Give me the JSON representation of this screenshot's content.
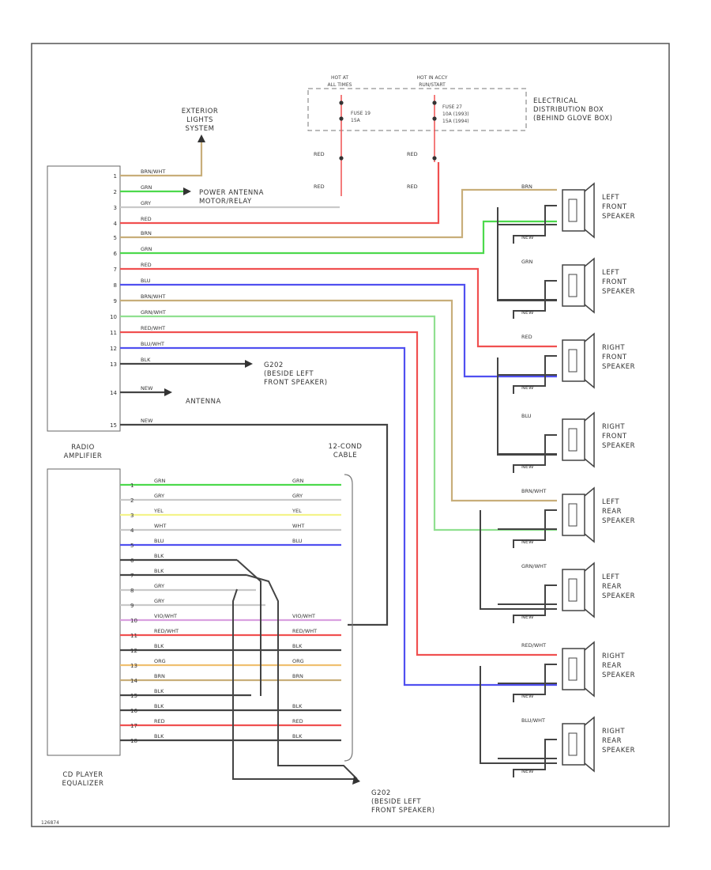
{
  "colors": {
    "tan": "#c8ae7a",
    "green": "#4cd94c",
    "gray": "#c9c9c9",
    "red": "#f05050",
    "blue": "#5050f0",
    "lightgreen": "#90e090",
    "yellow": "#f4f48a",
    "violet": "#d9a0e0",
    "orange": "#f0c070",
    "black": "#444444",
    "frame": "#555555"
  },
  "labels": {
    "exterior_lights": [
      "EXTERIOR",
      "LIGHTS",
      "SYSTEM"
    ],
    "power_antenna": [
      "POWER ANTENNA",
      "MOTOR/RELAY"
    ],
    "ground_top": [
      "G202",
      "(BESIDE LEFT",
      "FRONT SPEAKER)"
    ],
    "antenna": "ANTENNA",
    "radio_amplifier": [
      "RADIO",
      "AMPLIFIER"
    ],
    "cd_player": [
      "CD PLAYER",
      "EQUALIZER"
    ],
    "cable": [
      "12-COND",
      "CABLE"
    ],
    "ground_bottom": [
      "G202",
      "(BESIDE LEFT",
      "FRONT SPEAKER)"
    ],
    "hot_at_all_times": [
      "HOT AT",
      "ALL TIMES"
    ],
    "hot_in_acc": [
      "HOT IN ACCY",
      "RUN/START"
    ],
    "fuse_a": [
      "FUSE 19",
      "15A"
    ],
    "fuse_b": [
      "FUSE 27",
      "10A (1993)",
      "15A (1994)"
    ],
    "elec_box": [
      "ELECTRICAL",
      "DISTRIBUTION BOX",
      "(BEHIND GLOVE BOX)"
    ],
    "red": "RED",
    "footer": "126874"
  },
  "radio_wires": [
    {
      "label": "BRN/WHT",
      "color": "tan"
    },
    {
      "label": "GRN",
      "color": "green"
    },
    {
      "label": "GRY",
      "color": "gray"
    },
    {
      "label": "RED",
      "color": "red"
    },
    {
      "label": "BRN",
      "color": "tan"
    },
    {
      "label": "GRN",
      "color": "green"
    },
    {
      "label": "RED",
      "color": "red"
    },
    {
      "label": "BLU",
      "color": "blue"
    },
    {
      "label": "BRN/WHT",
      "color": "tan"
    },
    {
      "label": "GRN/WHT",
      "color": "lightgreen"
    },
    {
      "label": "RED/WHT",
      "color": "red"
    },
    {
      "label": "BLU/WHT",
      "color": "blue"
    },
    {
      "label": "BLK",
      "color": "black"
    },
    {
      "label": "NEW",
      "color": "black"
    },
    {
      "label": "NEW",
      "color": "black"
    }
  ],
  "cd_wires": [
    {
      "pin": "1",
      "label": "GRN",
      "color": "green",
      "right": "GRN"
    },
    {
      "pin": "2",
      "label": "GRY",
      "color": "gray",
      "right": "GRY"
    },
    {
      "pin": "3",
      "label": "YEL",
      "color": "yellow",
      "right": "YEL"
    },
    {
      "pin": "4",
      "label": "WHT",
      "color": "gray",
      "right": "WHT"
    },
    {
      "pin": "5",
      "label": "BLU",
      "color": "blue",
      "right": "BLU"
    },
    {
      "pin": "6",
      "label": "BLK",
      "color": "black",
      "right": ""
    },
    {
      "pin": "7",
      "label": "BLK",
      "color": "black",
      "right": ""
    },
    {
      "pin": "8",
      "label": "GRY",
      "color": "gray",
      "right": ""
    },
    {
      "pin": "9",
      "label": "GRY",
      "color": "gray",
      "right": ""
    },
    {
      "pin": "10",
      "label": "VIO/WHT",
      "color": "violet",
      "right": "VIO/WHT"
    },
    {
      "pin": "11",
      "label": "RED/WHT",
      "color": "red",
      "right": "RED/WHT"
    },
    {
      "pin": "12",
      "label": "BLK",
      "color": "black",
      "right": "BLK"
    },
    {
      "pin": "13",
      "label": "ORG",
      "color": "orange",
      "right": "ORG"
    },
    {
      "pin": "14",
      "label": "BRN",
      "color": "tan",
      "right": "BRN"
    },
    {
      "pin": "15",
      "label": "BLK",
      "color": "black",
      "right": ""
    },
    {
      "pin": "16",
      "label": "BLK",
      "color": "black",
      "right": "BLK"
    },
    {
      "pin": "17",
      "label": "RED",
      "color": "red",
      "right": "RED"
    },
    {
      "pin": "18",
      "label": "BLK",
      "color": "black",
      "right": "BLK"
    }
  ],
  "speakers": [
    {
      "l1": "LEFT",
      "l2": "FRONT",
      "l3": "SPEAKER",
      "top": "BRN",
      "bottom": "NEW"
    },
    {
      "l1": "LEFT",
      "l2": "FRONT",
      "l3": "SPEAKER",
      "top": "GRN",
      "bottom": "NEW"
    },
    {
      "l1": "RIGHT",
      "l2": "FRONT",
      "l3": "SPEAKER",
      "top": "RED",
      "bottom": "NEW"
    },
    {
      "l1": "RIGHT",
      "l2": "FRONT",
      "l3": "SPEAKER",
      "top": "BLU",
      "bottom": "NEW"
    },
    {
      "l1": "LEFT",
      "l2": "REAR",
      "l3": "SPEAKER",
      "top": "BRN/WHT",
      "bottom": "NEW"
    },
    {
      "l1": "LEFT",
      "l2": "REAR",
      "l3": "SPEAKER",
      "top": "GRN/WHT",
      "bottom": "NEW"
    },
    {
      "l1": "RIGHT",
      "l2": "REAR",
      "l3": "SPEAKER",
      "top": "RED/WHT",
      "bottom": "NEW"
    },
    {
      "l1": "RIGHT",
      "l2": "REAR",
      "l3": "SPEAKER",
      "top": "BLU/WHT",
      "bottom": "NEW"
    }
  ]
}
